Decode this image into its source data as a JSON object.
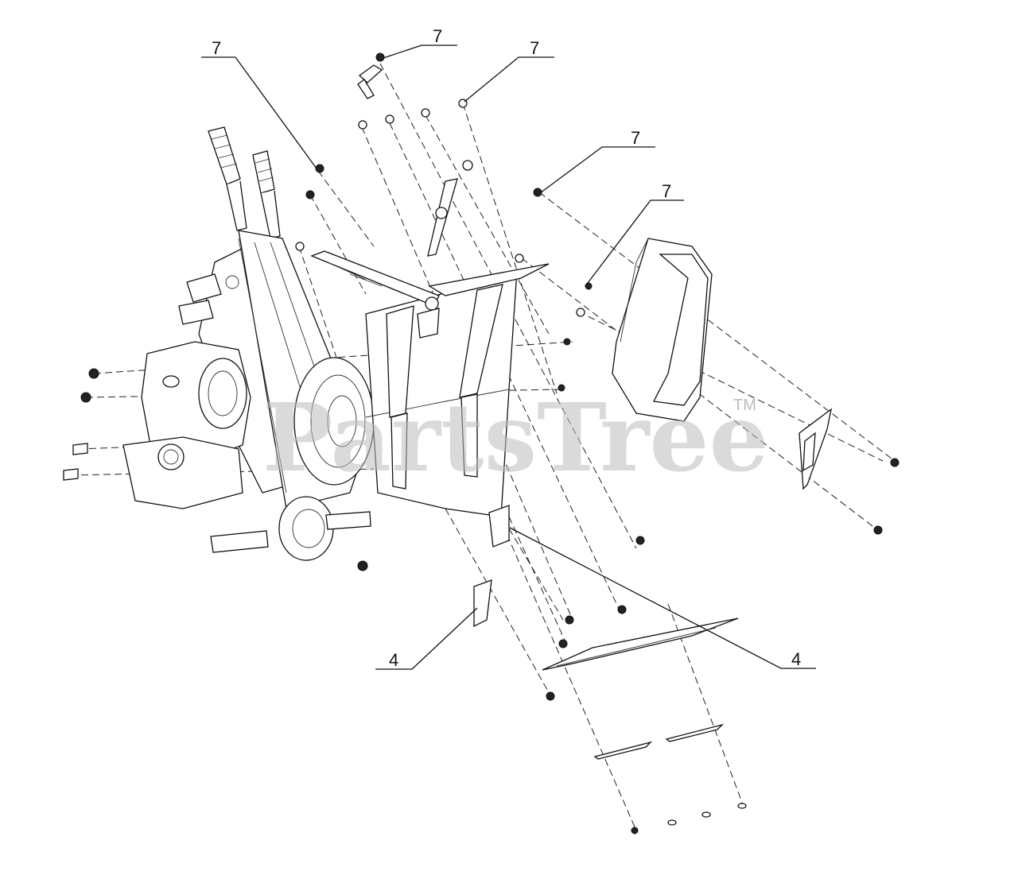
{
  "callouts": [
    {
      "id": "callout-7-a",
      "number": "7"
    },
    {
      "id": "callout-7-b",
      "number": "7"
    },
    {
      "id": "callout-7-c",
      "number": "7"
    },
    {
      "id": "callout-7-d",
      "number": "7"
    },
    {
      "id": "callout-7-e",
      "number": "7"
    },
    {
      "id": "callout-4-left",
      "number": "4"
    },
    {
      "id": "callout-4-right",
      "number": "4"
    }
  ],
  "watermark": {
    "text": "PartsTree",
    "trademark": "TM"
  }
}
